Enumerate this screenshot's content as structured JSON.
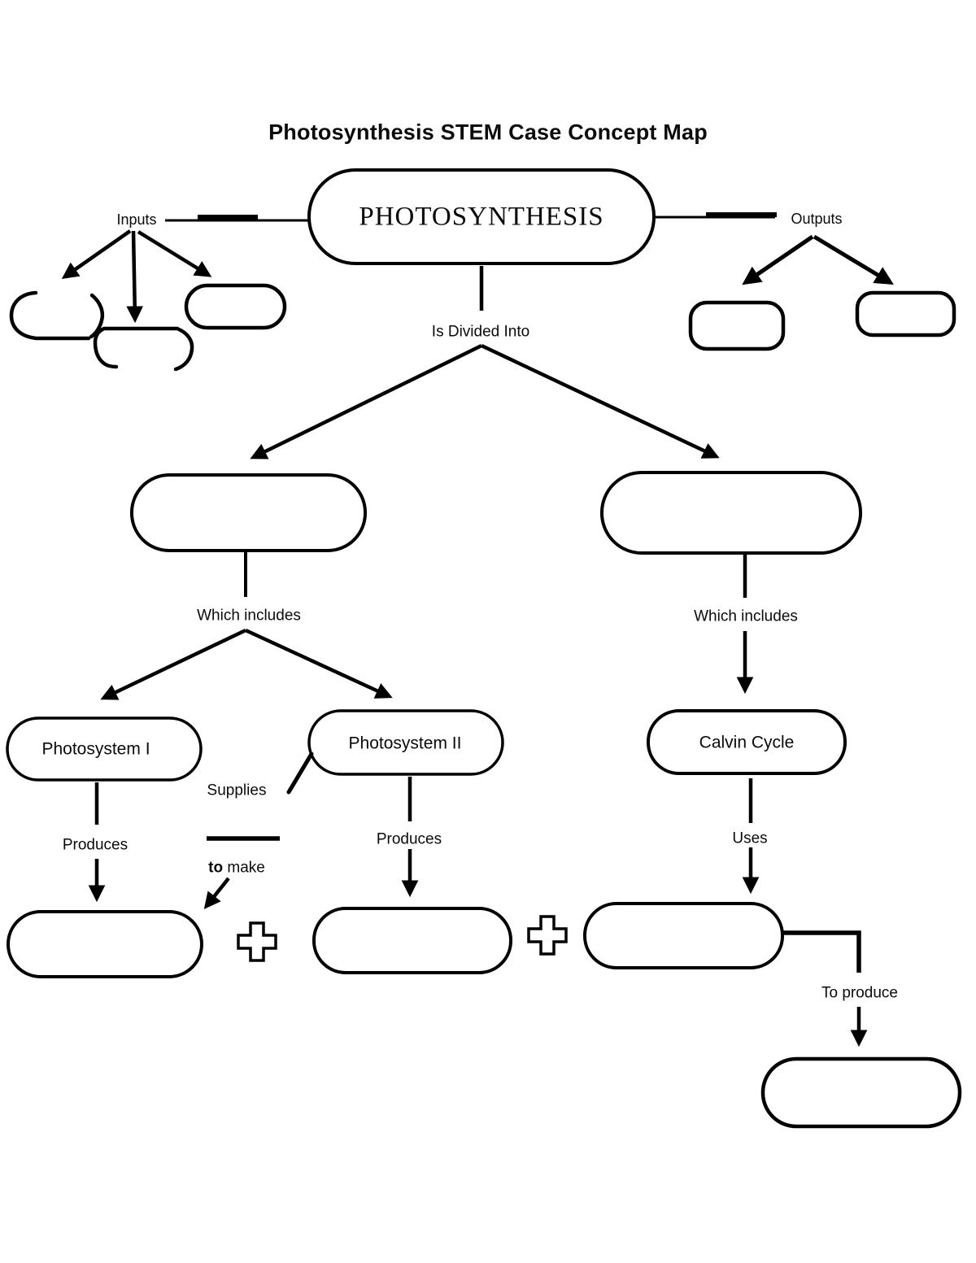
{
  "title": "Photosynthesis STEM Case Concept Map",
  "nodes": {
    "photosynthesis": {
      "label": "PHOTOSYNTHESIS"
    },
    "photosystem_i": {
      "label": "Photosystem I"
    },
    "photosystem_ii": {
      "label": "Photosystem II"
    },
    "calvin_cycle": {
      "label": "Calvin Cycle"
    }
  },
  "edge_labels": {
    "inputs": "Inputs",
    "outputs": "Outputs",
    "is_divided_into": "Is Divided Into",
    "which_includes_left": "Which includes",
    "which_includes_right": "Which includes",
    "supplies": "Supplies",
    "produces_photosystem_i": "Produces",
    "produces_photosystem_ii": "Produces",
    "to_make_bold": "to",
    "to_make_rest": " make",
    "uses": "Uses",
    "to_produce": "To produce"
  },
  "icons": {
    "plus": "plus-icon"
  },
  "colors": {
    "ink": "#000000",
    "paper": "#ffffff"
  }
}
